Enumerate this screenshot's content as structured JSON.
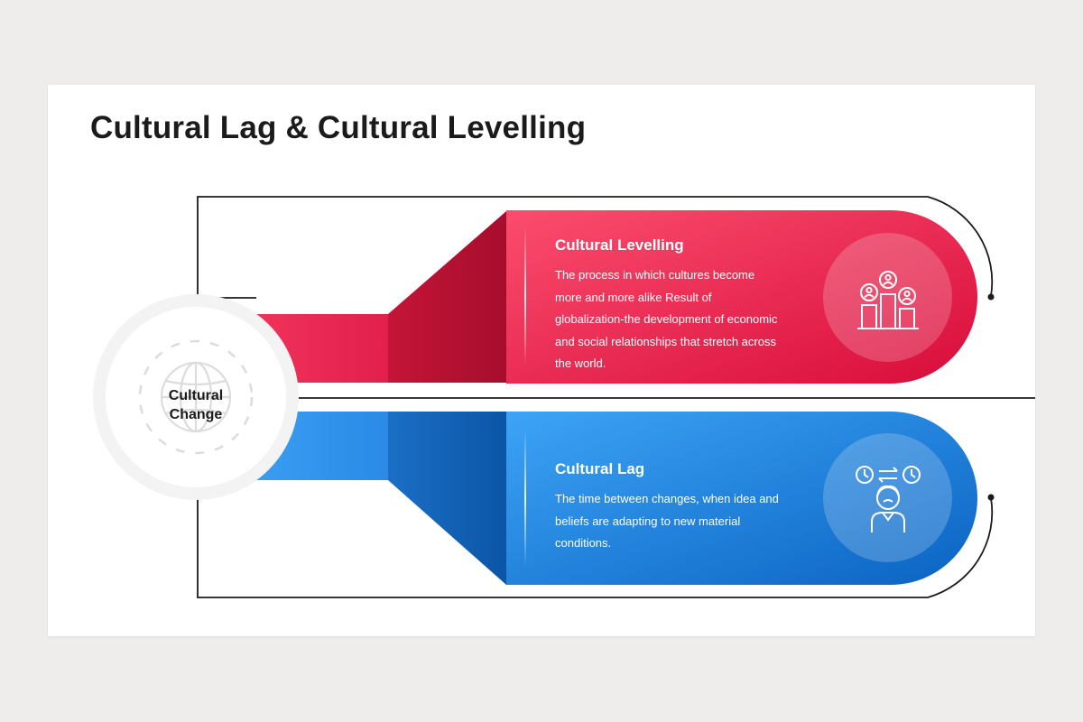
{
  "slide": {
    "title": "Cultural Lag & Cultural Levelling"
  },
  "hub": {
    "label_line1": "Cultural",
    "label_line2": "Change",
    "icon": "globe-icon"
  },
  "cards": [
    {
      "title": "Cultural Levelling",
      "body": "The process in which cultures become more and more alike Result of globalization-the development of economic and social relationships that stretch across the world.",
      "icon": "bar-chart-people-icon",
      "color": "#e8184a"
    },
    {
      "title": "Cultural Lag",
      "body": "The time between changes, when idea and beliefs are adapting to new material conditions.",
      "icon": "person-clocks-icon",
      "color": "#1a7ee0"
    }
  ],
  "colors": {
    "red_light": "#fb4d6e",
    "red_dark": "#d80c3a",
    "blue_light": "#3da4f6",
    "blue_dark": "#0a63c2",
    "line": "#1b1b1b"
  }
}
